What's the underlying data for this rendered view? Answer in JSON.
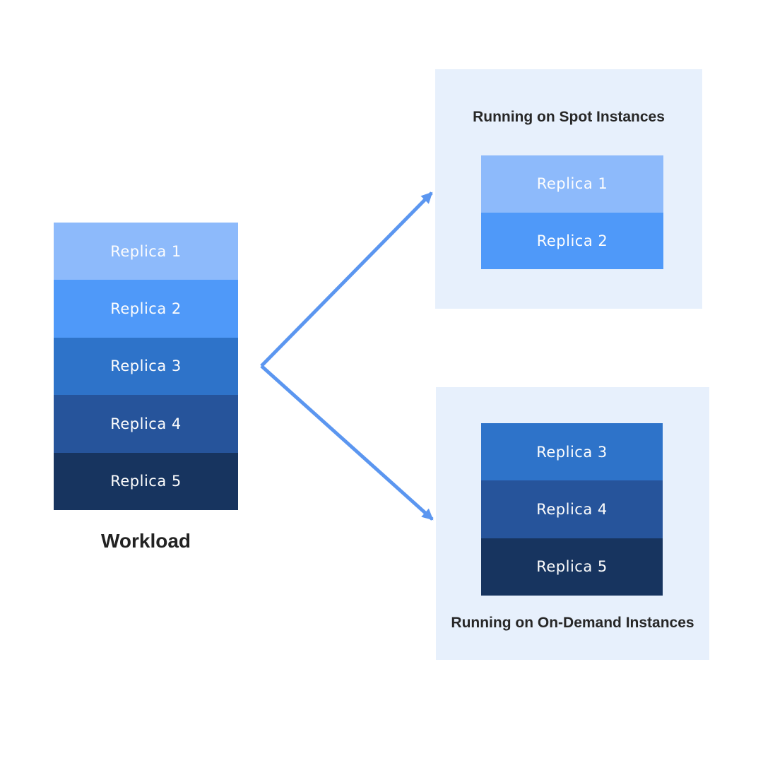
{
  "diagram": {
    "background_color": "#ffffff",
    "arrow_color": "#5b96f0",
    "group_background_color": "#e7f0fc",
    "heading_text_color": "#272727",
    "replica_text_color": "#fdfdfd",
    "workload": {
      "label": "Workload",
      "replicas": [
        {
          "label": "Replica 1",
          "color": "#8dbafb"
        },
        {
          "label": "Replica 2",
          "color": "#4f99f9"
        },
        {
          "label": "Replica 3",
          "color": "#2e73c9"
        },
        {
          "label": "Replica 4",
          "color": "#26549b"
        },
        {
          "label": "Replica 5",
          "color": "#17345f"
        }
      ]
    },
    "spot_group": {
      "title": "Running on Spot Instances",
      "replicas": [
        {
          "label": "Replica 1",
          "color": "#8dbafb"
        },
        {
          "label": "Replica 2",
          "color": "#4f99f9"
        }
      ]
    },
    "ondemand_group": {
      "title": "Running on On-Demand Instances",
      "replicas": [
        {
          "label": "Replica 3",
          "color": "#2e73c9"
        },
        {
          "label": "Replica 4",
          "color": "#26549b"
        },
        {
          "label": "Replica 5",
          "color": "#17345f"
        }
      ]
    }
  }
}
